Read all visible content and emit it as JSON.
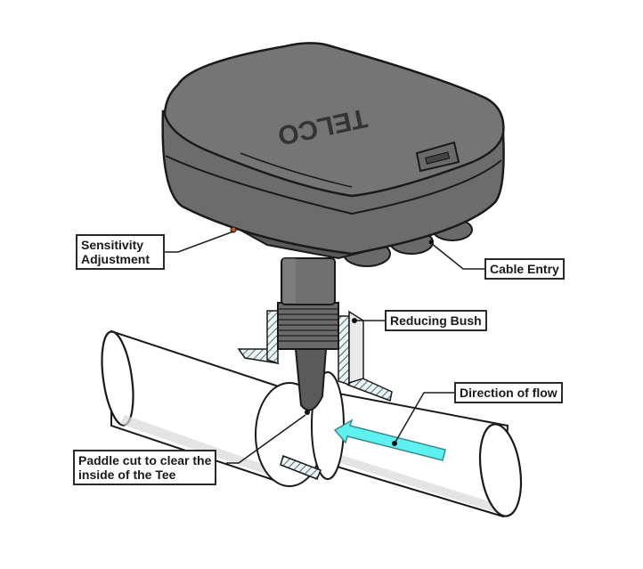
{
  "diagram": {
    "subject": "Paddle flow switch installed in pipe tee",
    "brand_text": "TELCO",
    "colors": {
      "housing": "#6e6e6e",
      "housing_dark": "#4e4e4e",
      "pipe": "#ffffff",
      "section_fill": "#e8f6f8",
      "flow_arrow": "#5ff0f0",
      "outline": "#1a1a1a"
    }
  },
  "labels": {
    "sensitivity": {
      "line1": "Sensitivity",
      "line2": "Adjustment"
    },
    "cable_entry": "Cable Entry",
    "reducing_bush": "Reducing Bush",
    "direction_of_flow": "Direction of flow",
    "paddle": {
      "line1": "Paddle cut to clear the",
      "line2": "inside of the Tee"
    }
  }
}
